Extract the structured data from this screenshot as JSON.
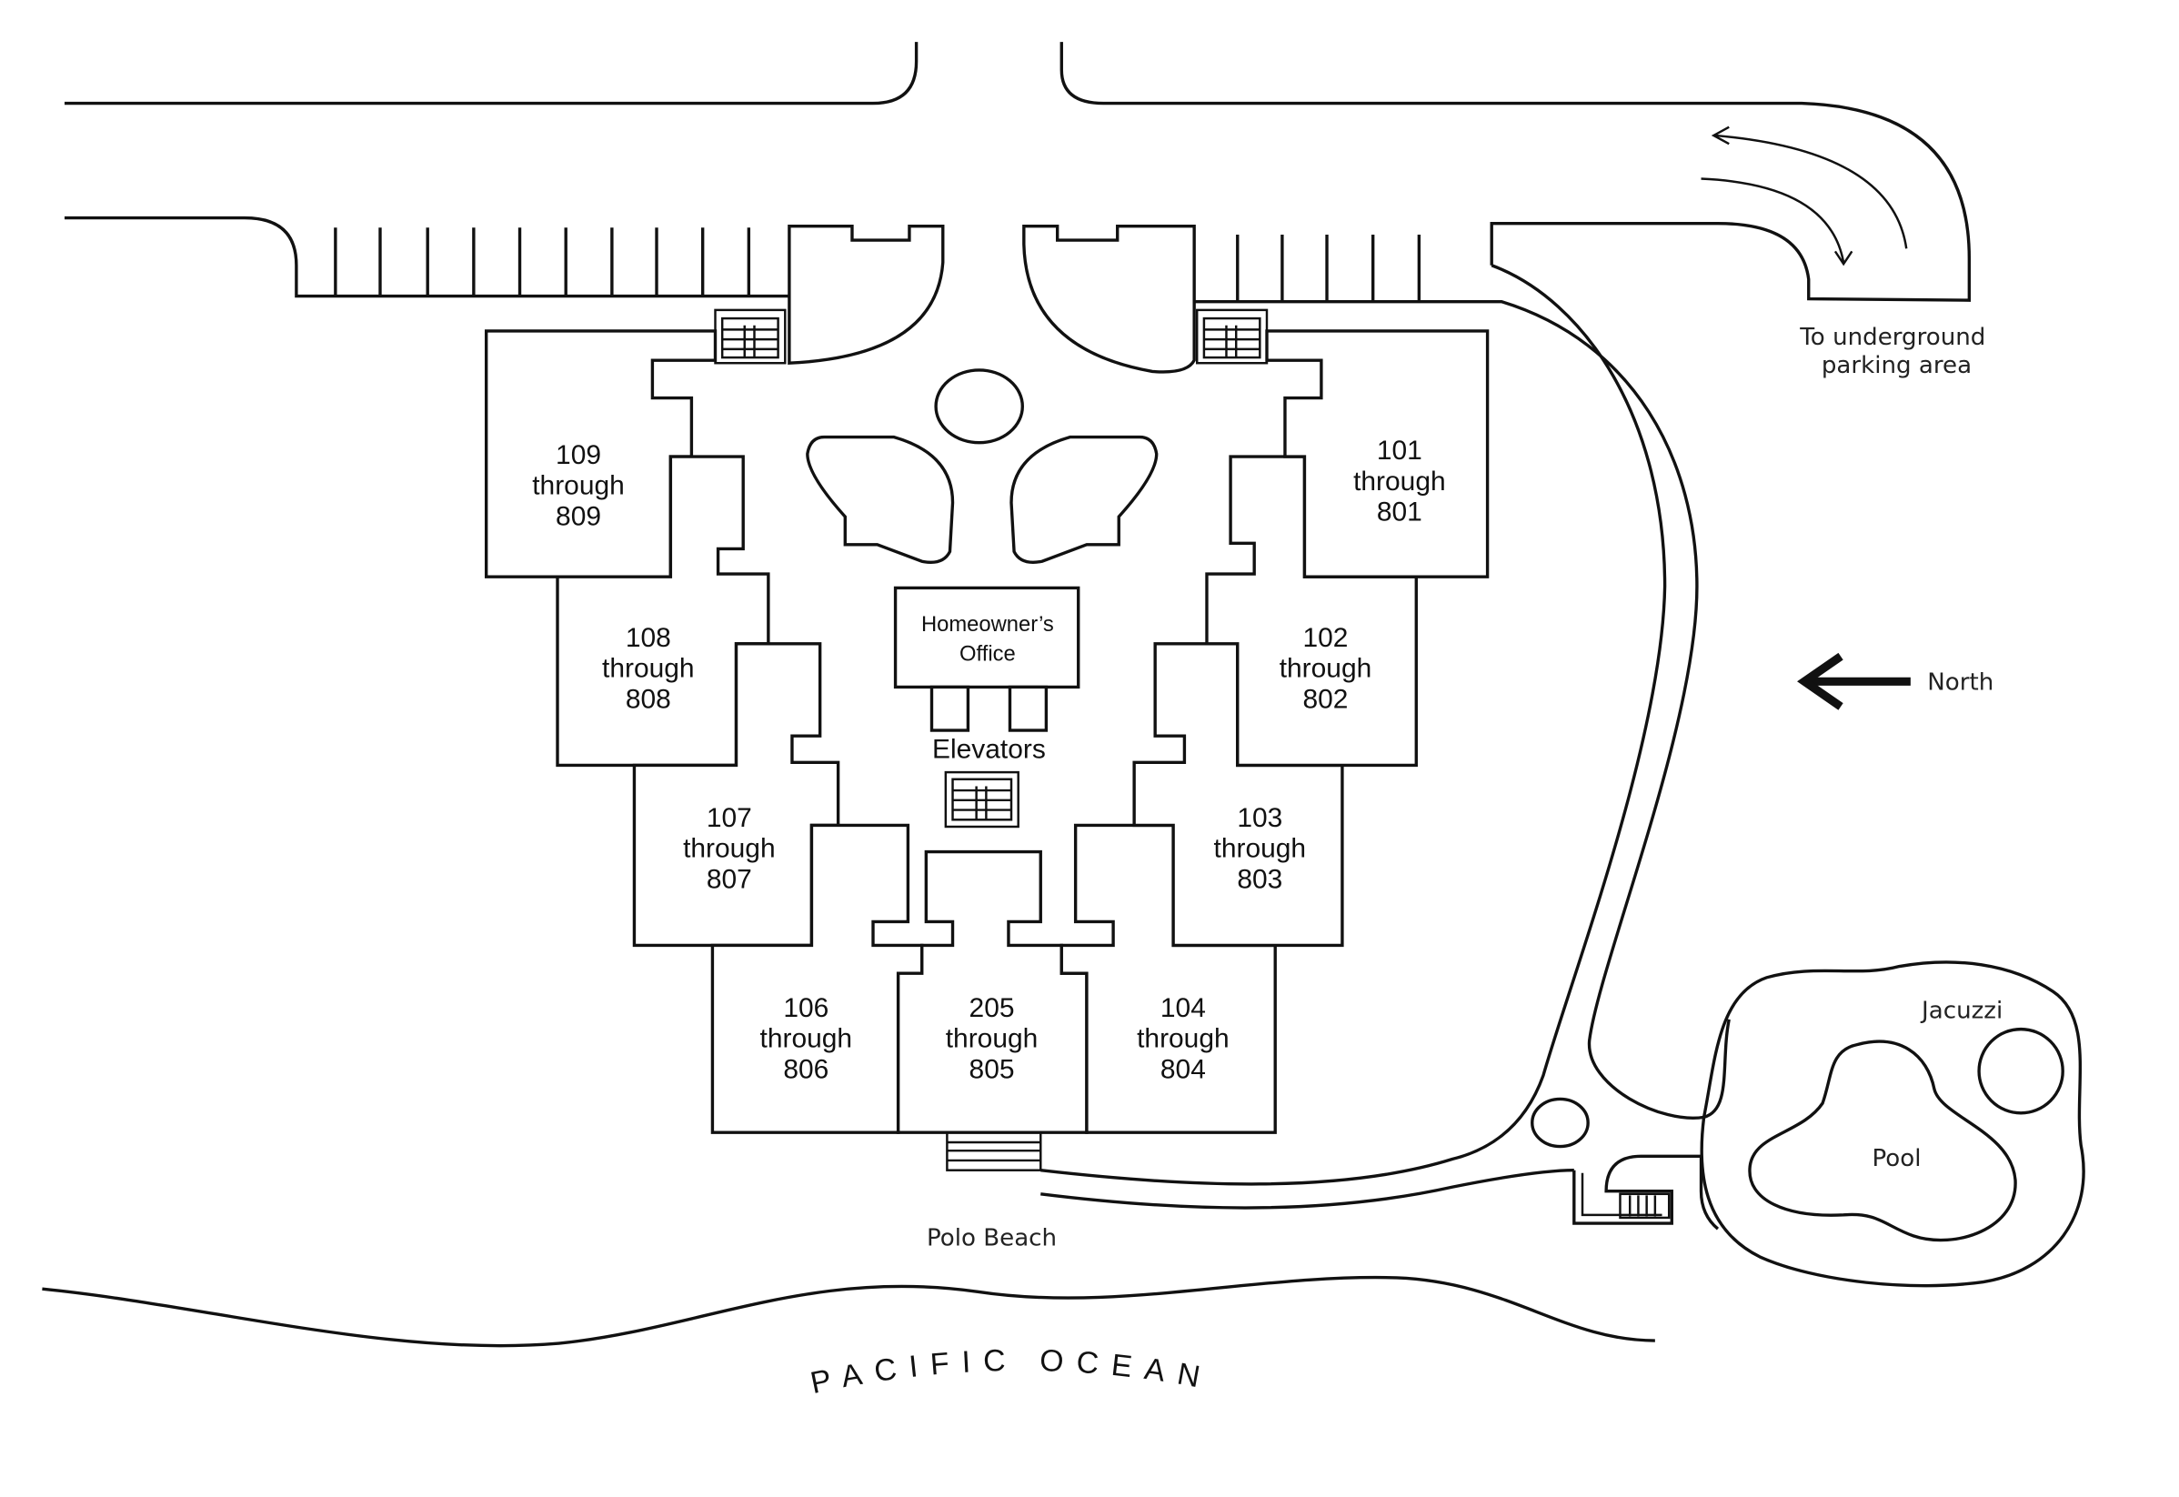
{
  "title": "Polo Beach resort site map",
  "units": [
    {
      "id": "109",
      "lines": [
        "109",
        "through",
        "809"
      ]
    },
    {
      "id": "108",
      "lines": [
        "108",
        "through",
        "808"
      ]
    },
    {
      "id": "107",
      "lines": [
        "107",
        "through",
        "807"
      ]
    },
    {
      "id": "106",
      "lines": [
        "106",
        "through",
        "806"
      ]
    },
    {
      "id": "205",
      "lines": [
        "205",
        "through",
        "805"
      ]
    },
    {
      "id": "104",
      "lines": [
        "104",
        "through",
        "804"
      ]
    },
    {
      "id": "103",
      "lines": [
        "103",
        "through",
        "803"
      ]
    },
    {
      "id": "102",
      "lines": [
        "102",
        "through",
        "802"
      ]
    },
    {
      "id": "101",
      "lines": [
        "101",
        "through",
        "801"
      ]
    }
  ],
  "office": {
    "lines": [
      "Homeowner’s",
      "Office"
    ]
  },
  "elevators": "Elevators",
  "parking": {
    "lines": [
      "To underground",
      "parking area"
    ]
  },
  "north": "North",
  "jacuzzi": "Jacuzzi",
  "pool": "Pool",
  "beach": "Polo Beach",
  "ocean": "PACIFIC OCEAN",
  "colors": {
    "line": "#111111",
    "background": "#ffffff"
  }
}
